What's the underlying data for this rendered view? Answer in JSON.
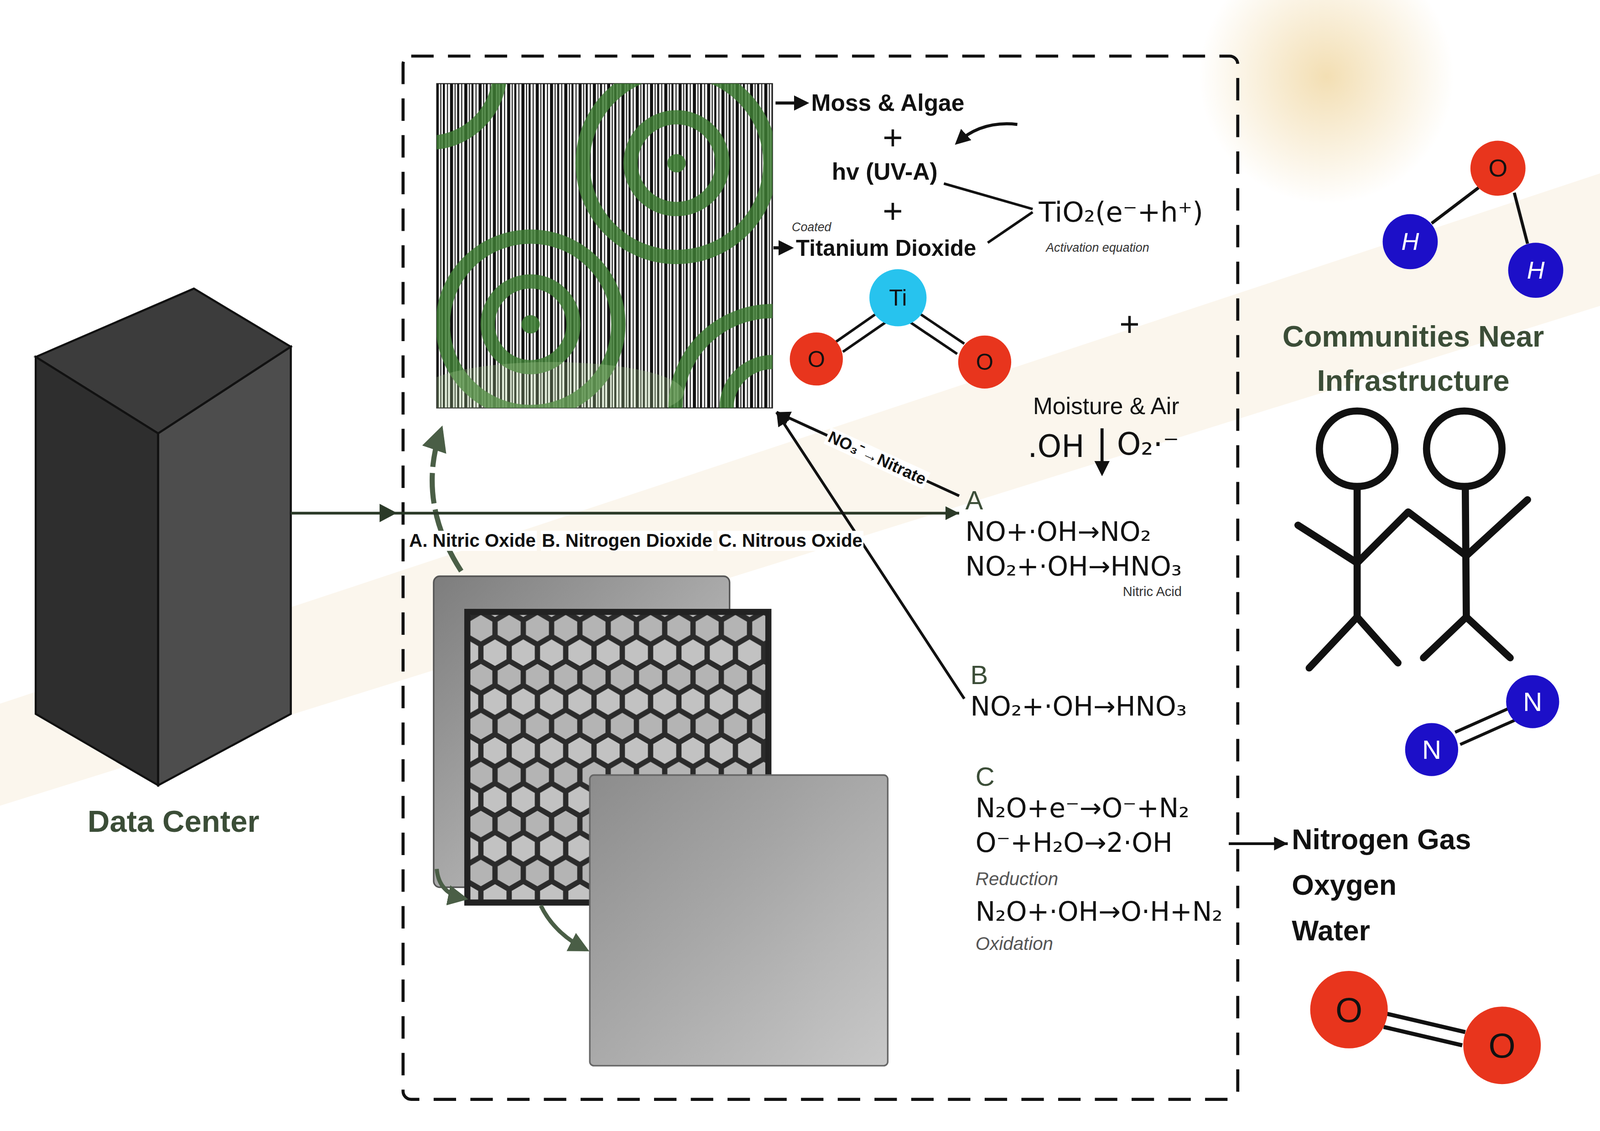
{
  "diagram": {
    "nodes": [
      {
        "text": [
          "Data Center"
        ]
      },
      {
        "text": [
          "Moss & Algae"
        ]
      },
      {
        "text": [
          "A",
          "NO+·OH→NO₂",
          "NO₂+·OH→HNO₃",
          "Nitric Acid"
        ]
      },
      {
        "text": [
          "B",
          "NO₂+·OH→HNO₃"
        ]
      },
      {
        "text": [
          "C",
          "N₂O+e⁻→O⁻+N₂",
          "O⁻+H₂O→2·OH",
          "Reduction",
          "N₂O+·OH→O·H+N₂",
          "Oxidation"
        ]
      },
      {
        "text": [
          "Communities Near Infrastructure"
        ]
      },
      {
        "text": [
          "Nitrogen Gas",
          "Oxygen",
          "Water"
        ]
      }
    ],
    "edges": [
      {
        "from": 0,
        "to": 2,
        "arrow": "to"
      },
      {
        "from": 2,
        "to": 1,
        "arrow": "to",
        "label": "NO₃⁻→Nitrate"
      },
      {
        "from": 3,
        "to": 1,
        "arrow": "to"
      },
      {
        "from": 4,
        "to": 6,
        "arrow": "to"
      }
    ],
    "labels": [
      "+",
      "hv (UV-A)",
      "+",
      "Coated",
      "Titanium Dioxide",
      "TiO₂(e⁻+h⁺)",
      "Activation equation",
      "Ti",
      "O",
      "O",
      "+",
      "Moisture & Air",
      ".OH",
      "O₂·⁻",
      "A. Nitric Oxide",
      "B. Nitrogen Dioxide",
      "C. Nitrous Oxide",
      "O",
      "H",
      "H",
      "N",
      "N",
      "O",
      "O"
    ]
  }
}
